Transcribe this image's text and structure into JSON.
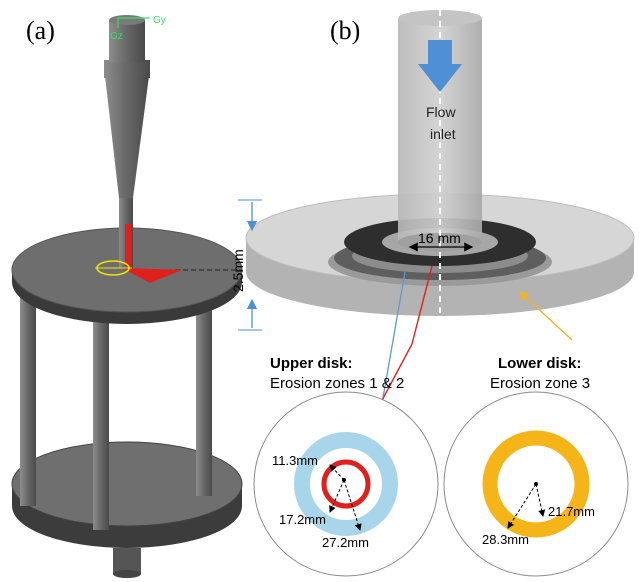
{
  "panels": {
    "a": "(a)",
    "b": "(b)"
  },
  "axes": {
    "y": "Gy",
    "z": "Gz"
  },
  "flow": {
    "line1": "Flow",
    "line2": "inlet"
  },
  "dims": {
    "gap": "2.5mm",
    "inner_diameter": "16 mm"
  },
  "upper_disk": {
    "title": "Upper disk:",
    "subtitle": "Erosion zones 1 & 2",
    "r1": "11.3mm",
    "r2": "17.2mm",
    "r3": "27.2mm"
  },
  "lower_disk": {
    "title": "Lower disk:",
    "subtitle": "Erosion zone 3",
    "r1": "21.7mm",
    "r2": "28.3mm"
  },
  "colors": {
    "red": "#e0201c",
    "light_blue": "#a9d5ea",
    "orange": "#f5b417",
    "arrow_blue": "#4f8fd6",
    "axis_green": "#35e06a"
  }
}
